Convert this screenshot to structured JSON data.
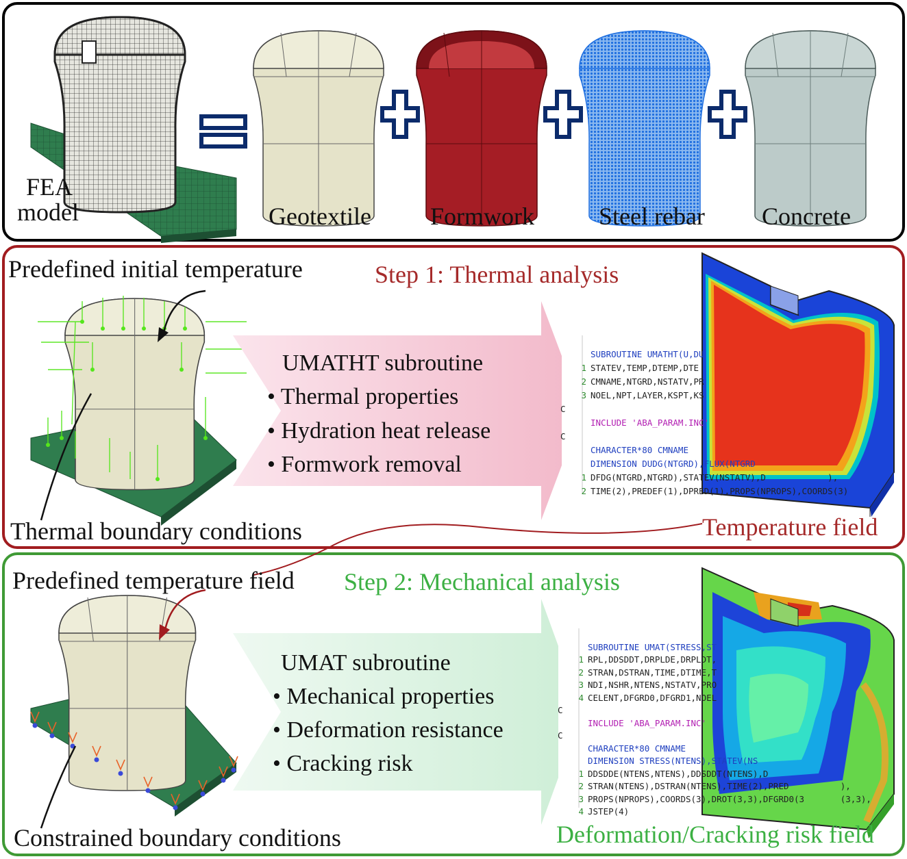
{
  "top_panel": {
    "fea_label_line1": "FEA",
    "fea_label_line2": "model",
    "components": [
      "Geotextile",
      "Formwork",
      "Steel rebar",
      "Concrete"
    ]
  },
  "step1": {
    "title": "Step 1: Thermal analysis",
    "annotation_initial_temp": "Predefined initial temperature",
    "annotation_boundary": "Thermal boundary conditions",
    "subroutine_title": "UMATHT subroutine",
    "bullets": [
      "Thermal properties",
      "Hydration heat release",
      "Formwork removal"
    ],
    "code_lines": [
      {
        "gutter": "",
        "text": "SUBROUTINE UMATHT(U,DU"
      },
      {
        "gutter": "1",
        "text": "STATEV,TEMP,DTEMP,DTE"
      },
      {
        "gutter": "2",
        "text": "CMNAME,NTGRD,NSTATV,PR"
      },
      {
        "gutter": "3",
        "text": "NOEL,NPT,LAYER,KSPT,KS"
      },
      {
        "gutter": "C",
        "text": ""
      },
      {
        "gutter": "",
        "text": "INCLUDE 'ABA_PARAM.INC'"
      },
      {
        "gutter": "C",
        "text": ""
      },
      {
        "gutter": "",
        "text": "CHARACTER*80 CMNAME"
      },
      {
        "gutter": "",
        "text": "DIMENSION DUDG(NTGRD),FLUX(NTGRD"
      },
      {
        "gutter": "1",
        "text": "DFDG(NTGRD,NTGRD),STATEV(NSTATV),D            ),"
      },
      {
        "gutter": "2",
        "text": "TIME(2),PREDEF(1),DPRED(1),PROPS(NPROPS),COORDS(3)"
      }
    ],
    "result_label": "Temperature field",
    "colors": {
      "border": "#a11c1f",
      "arrow": "#f2b8c9"
    }
  },
  "step2": {
    "title": "Step 2: Mechanical analysis",
    "annotation_temp_field": "Predefined temperature field",
    "annotation_boundary": "Constrained boundary conditions",
    "subroutine_title": "UMAT subroutine",
    "bullets": [
      "Mechanical properties",
      "Deformation resistance",
      "Cracking risk"
    ],
    "code_lines": [
      {
        "gutter": "",
        "text": "SUBROUTINE UMAT(STRESS,ST"
      },
      {
        "gutter": "1",
        "text": "RPL,DDSDDT,DRPLDE,DRPLDT,"
      },
      {
        "gutter": "2",
        "text": "STRAN,DSTRAN,TIME,DTIME,T"
      },
      {
        "gutter": "3",
        "text": "NDI,NSHR,NTENS,NSTATV,PRO"
      },
      {
        "gutter": "4",
        "text": "CELENT,DFGRD0,DFGRD1,NOEL"
      },
      {
        "gutter": "C",
        "text": ""
      },
      {
        "gutter": "",
        "text": "INCLUDE 'ABA_PARAM.INC'"
      },
      {
        "gutter": "C",
        "text": ""
      },
      {
        "gutter": "",
        "text": "CHARACTER*80 CMNAME"
      },
      {
        "gutter": "",
        "text": "DIMENSION STRESS(NTENS),STATEV(NS"
      },
      {
        "gutter": "1",
        "text": "DDSDDE(NTENS,NTENS),DDSDDT(NTENS),D"
      },
      {
        "gutter": "2",
        "text": "STRAN(NTENS),DSTRAN(NTENS),TIME(2),PRED          ),"
      },
      {
        "gutter": "3",
        "text": "PROPS(NPROPS),COORDS(3),DROT(3,3),DFGRD0(3       (3,3),"
      },
      {
        "gutter": "4",
        "text": "JSTEP(4)"
      }
    ],
    "result_label": "Deformation/Cracking risk field",
    "colors": {
      "border": "#3f9a35",
      "arrow": "#cdeed6"
    }
  }
}
